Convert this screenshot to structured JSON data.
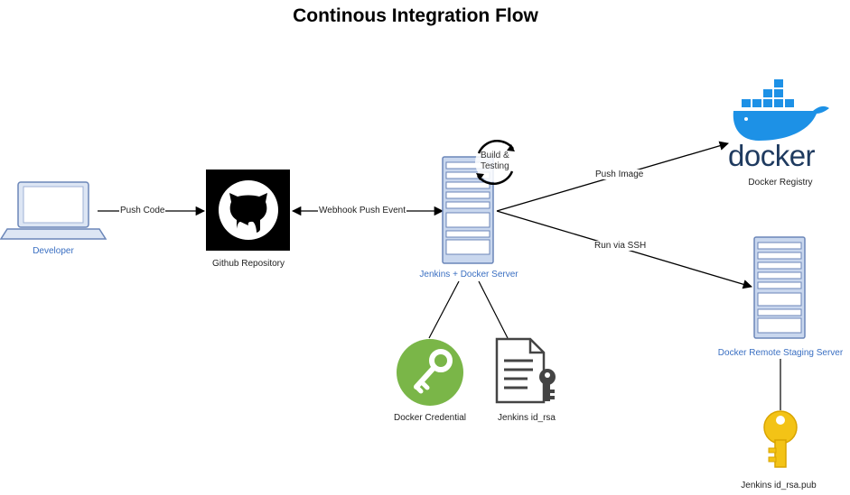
{
  "title": "Continous Integration Flow",
  "nodes": {
    "developer": "Developer",
    "github": "Github Repository",
    "jenkins_server": "Jenkins + Docker Server",
    "build_testing": "Build & Testing",
    "docker_registry": "Docker Registry",
    "docker_logo_text": "docker",
    "staging_server": "Docker Remote Staging Server",
    "docker_credential": "Docker Credential",
    "jenkins_id_rsa": "Jenkins id_rsa",
    "jenkins_id_rsa_pub": "Jenkins id_rsa.pub"
  },
  "edges": {
    "push_code": "Push Code",
    "webhook": "Webhook Push Event",
    "push_image": "Push Image",
    "run_via_ssh": "Run via SSH"
  },
  "colors": {
    "label_blue": "#3a6fc2",
    "server_fill": "#c9d7ee",
    "server_stroke": "#6b86b8",
    "docker_blue": "#1d91e6",
    "credential_green": "#7ab648",
    "key_yellow": "#f3c316"
  }
}
